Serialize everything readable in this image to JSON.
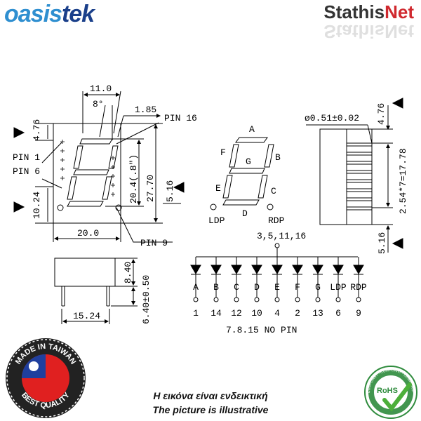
{
  "branding": {
    "left_logo": {
      "part1": "oasis",
      "part2": "tek"
    },
    "right_logo": {
      "part1": "Stathis",
      "part2": "Net"
    }
  },
  "drawing": {
    "front": {
      "top_width": "11.0",
      "angle": "8°",
      "pitch_top": "1.85",
      "digit_height": "20.4(.8\")",
      "height_total": "27.70",
      "width_total": "20.0",
      "left_top": "4.76",
      "left_bottom": "10.24",
      "right_mid": "5.16",
      "pin16": "PIN 16",
      "pin1": "PIN 1",
      "pin6": "PIN 6",
      "pin9": "PIN 9"
    },
    "segments": {
      "a": "A",
      "b": "B",
      "c": "C",
      "d": "D",
      "e": "E",
      "f": "F",
      "g": "G",
      "ldp": "LDP",
      "rdp": "RDP"
    },
    "side": {
      "pin_dia": "ø0.51±0.02",
      "top": "4.76",
      "pitch": "2.54*7=17.78",
      "bottom": "5.16"
    },
    "bottom_view": {
      "h1": "8.40",
      "h2": "6.40±0.50",
      "width": "15.24"
    },
    "circuit": {
      "common": "3,5,11,16",
      "labels": [
        "A",
        "B",
        "C",
        "D",
        "E",
        "F",
        "G",
        "LDP",
        "RDP"
      ],
      "pins": [
        "1",
        "14",
        "12",
        "10",
        "4",
        "2",
        "13",
        "6",
        "9"
      ],
      "no_pin": "7.8.15  NO PIN"
    }
  },
  "badges": {
    "taiwan_top": "MADE IN TAIWAN",
    "taiwan_bottom": "BEST QUALITY",
    "rohs": "RoHS",
    "rohs_ring": "COMPLIANT · COMPLIANT · COMPLIANT"
  },
  "captions": {
    "greek": "Η εικόνα είναι ενδεικτική",
    "english": "The picture is illustrative"
  }
}
